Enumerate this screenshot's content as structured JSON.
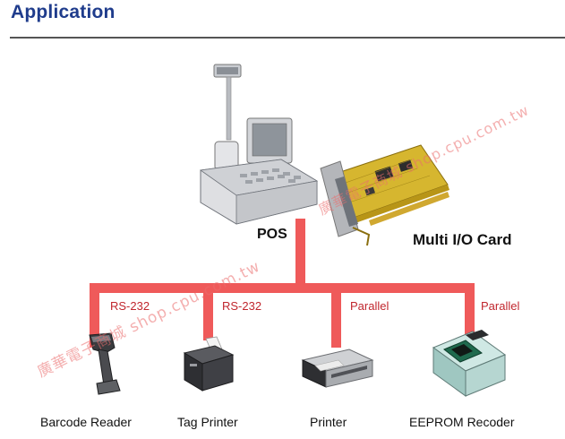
{
  "header": {
    "title": "Application"
  },
  "pos": {
    "label": "POS"
  },
  "card": {
    "label": "Multi I/O Card"
  },
  "ports": [
    "RS-232",
    "RS-232",
    "Parallel",
    "Parallel"
  ],
  "devices": [
    "Barcode Reader",
    "Tag Printer",
    "Printer",
    "EEPROM Recoder"
  ],
  "watermarks": {
    "lower": "廣華電子商城 shop.cpu.com.tw",
    "upper": "廣華電子商城 shop.cpu.com.tw"
  },
  "colors": {
    "title": "#1f3c8c",
    "bus": "#ef5a5a",
    "port_label": "#c0262d"
  }
}
